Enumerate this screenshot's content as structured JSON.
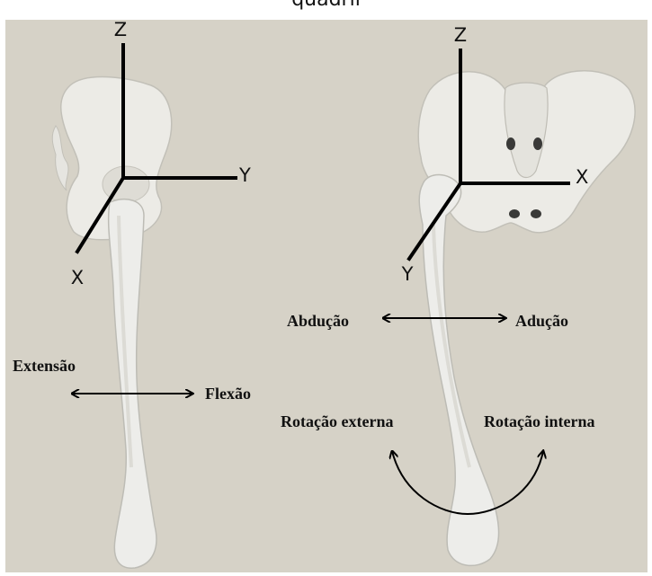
{
  "caption": "quadril",
  "left_view": {
    "axes": {
      "z": "Z",
      "y": "Y",
      "x": "X"
    },
    "movements": {
      "extension": "Extensão",
      "flexion": "Flexão"
    }
  },
  "right_view": {
    "axes": {
      "z": "Z",
      "x": "X",
      "y": "Y"
    },
    "movements": {
      "abduction": "Abdução",
      "adduction": "Adução",
      "external_rotation": "Rotação externa",
      "internal_rotation": "Rotação interna"
    }
  },
  "colors": {
    "background": "#d6d2c7",
    "bone": "#ededea",
    "bone_shadow": "#b9b8b2",
    "ink": "#000000"
  }
}
